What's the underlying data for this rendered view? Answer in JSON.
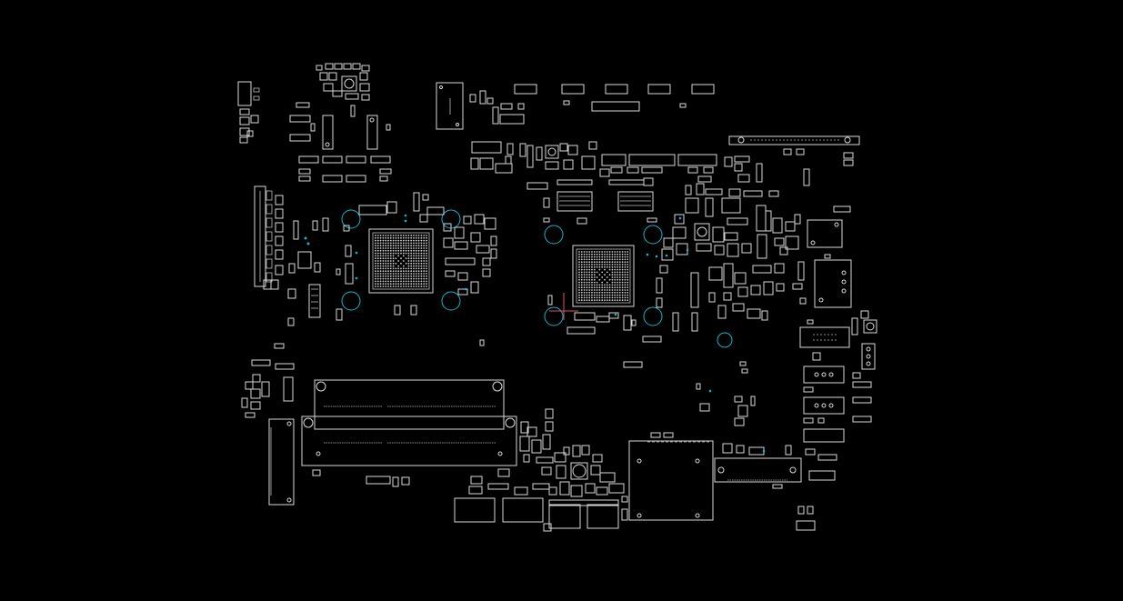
{
  "view": {
    "kind": "PCB boardview (component outline layer)",
    "background_color": "#000000",
    "outline_color": "#d8d8d8",
    "mounting_hole_color": "#18b5c4",
    "cursor_color": "#e0506a"
  },
  "components": {
    "bga_chips": [
      "north-bga",
      "south-bga"
    ],
    "memory_slots": [
      "so-dimm-slot-1",
      "so-dimm-slot-2"
    ],
    "connectors": [
      "usb-port-1",
      "usb-port-2",
      "rj45-port",
      "lcd-connector",
      "vga-port",
      "io-header"
    ]
  }
}
